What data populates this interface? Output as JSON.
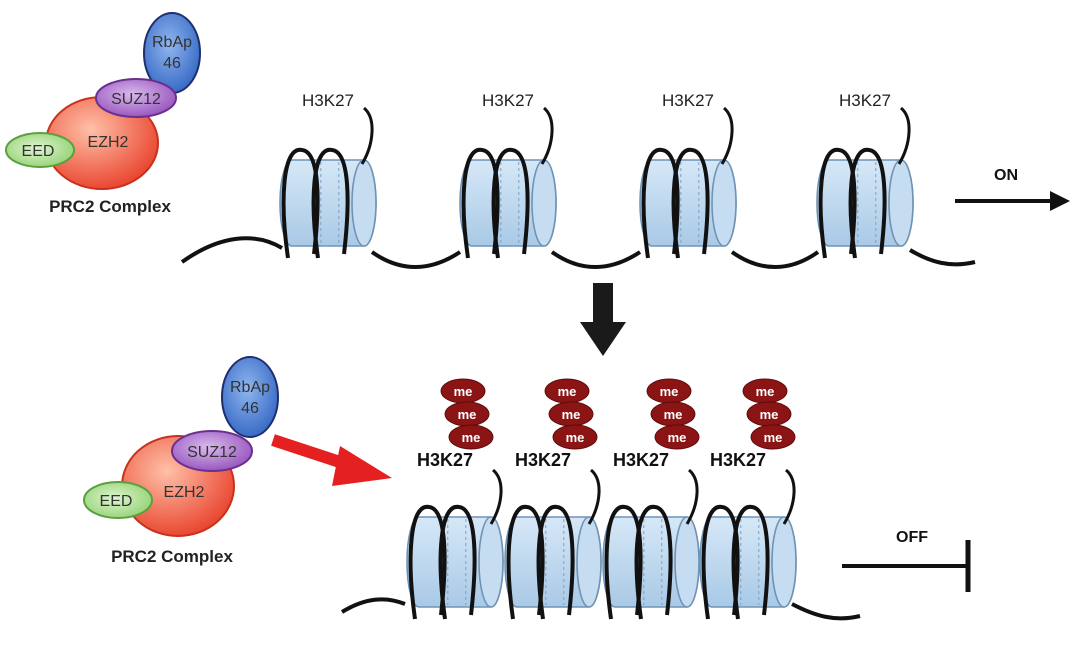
{
  "colors": {
    "nucleosome_fill": "#bcd7ee",
    "nucleosome_stroke": "#6f93b5",
    "dna": "#111111",
    "ezh2": "#ee5a3a",
    "suz12": "#9a56c0",
    "rbap": "#3f73c7",
    "eed": "#98d57a",
    "me_mark": "#8b1414",
    "red_arrow": "#e42020",
    "black_arrow": "#1a1a1a"
  },
  "complex_top": {
    "rbap_label": "RbAp",
    "rbap_num": "46",
    "suz12_label": "SUZ12",
    "ezh2_label": "EZH2",
    "eed_label": "EED",
    "caption": "PRC2 Complex"
  },
  "complex_bottom": {
    "rbap_label": "RbAp",
    "rbap_num": "46",
    "suz12_label": "SUZ12",
    "ezh2_label": "EZH2",
    "eed_label": "EED",
    "caption": "PRC2 Complex"
  },
  "top_row": {
    "histone_labels": [
      "H3K27",
      "H3K27",
      "H3K27",
      "H3K27"
    ],
    "state_label": "ON",
    "state_icon": "right-arrow-icon"
  },
  "bottom_row": {
    "histone_labels": [
      "H3K27",
      "H3K27",
      "H3K27",
      "H3K27"
    ],
    "methyl_marks": [
      [
        "me",
        "me",
        "me"
      ],
      [
        "me",
        "me",
        "me"
      ],
      [
        "me",
        "me",
        "me"
      ],
      [
        "me",
        "me",
        "me"
      ]
    ],
    "state_label": "OFF",
    "state_icon": "inhibition-bar-icon"
  }
}
